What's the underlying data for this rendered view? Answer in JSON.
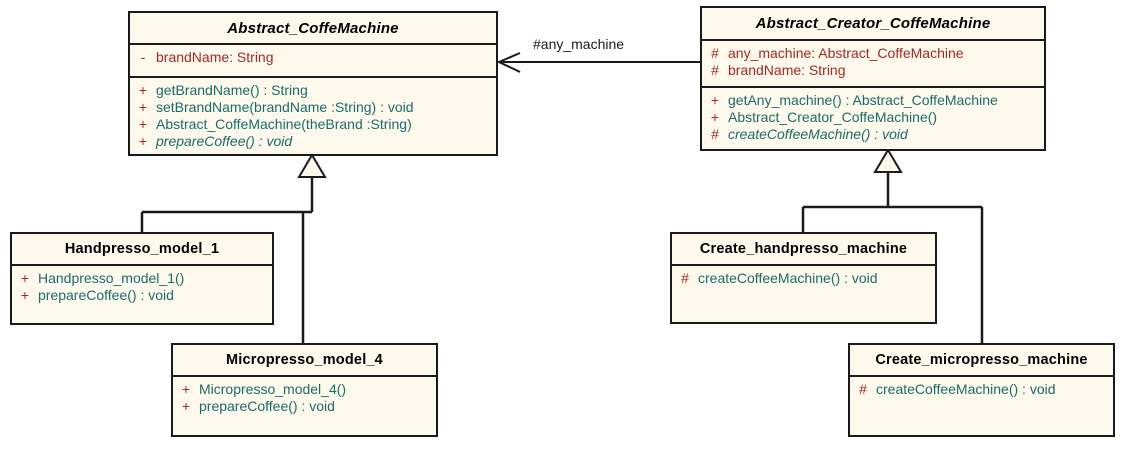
{
  "diagram": {
    "title": "Abstract Factory UML class diagram",
    "colors": {
      "class_fill": "#fdf9ec",
      "border": "#1a1a1a",
      "attribute_text": "#9e2b25",
      "method_text": "#1b6b6b",
      "canvas": "#ffffff"
    }
  },
  "classes": {
    "abstract_coffemachine": {
      "name": "Abstract_CoffeMachine",
      "abstract": true,
      "attributes": [
        {
          "visibility": "-",
          "text": "brandName:  String"
        }
      ],
      "methods": [
        {
          "visibility": "+",
          "text": "getBrandName() : String",
          "abstract": false
        },
        {
          "visibility": "+",
          "text": "setBrandName(brandName :String) : void",
          "abstract": false
        },
        {
          "visibility": "+",
          "text": "Abstract_CoffeMachine(theBrand :String)",
          "abstract": false
        },
        {
          "visibility": "+",
          "text": "prepareCoffee() : void",
          "abstract": true
        }
      ]
    },
    "abstract_creator_coffemachine": {
      "name": "Abstract_Creator_CoffeMachine",
      "abstract": true,
      "attributes": [
        {
          "visibility": "#",
          "text": "any_machine:  Abstract_CoffeMachine"
        },
        {
          "visibility": "#",
          "text": "brandName:  String"
        }
      ],
      "methods": [
        {
          "visibility": "+",
          "text": "getAny_machine() : Abstract_CoffeMachine",
          "abstract": false
        },
        {
          "visibility": "+",
          "text": "Abstract_Creator_CoffeMachine()",
          "abstract": false
        },
        {
          "visibility": "#",
          "text": "createCoffeeMachine() : void",
          "abstract": true
        }
      ]
    },
    "handpresso_model_1": {
      "name": "Handpresso_model_1",
      "abstract": false,
      "attributes": [],
      "methods": [
        {
          "visibility": "+",
          "text": "Handpresso_model_1()",
          "abstract": false
        },
        {
          "visibility": "+",
          "text": "prepareCoffee() : void",
          "abstract": false
        }
      ]
    },
    "micropresso_model_4": {
      "name": "Micropresso_model_4",
      "abstract": false,
      "attributes": [],
      "methods": [
        {
          "visibility": "+",
          "text": "Micropresso_model_4()",
          "abstract": false
        },
        {
          "visibility": "+",
          "text": "prepareCoffee() : void",
          "abstract": false
        }
      ]
    },
    "create_handpresso_machine": {
      "name": "Create_handpresso_machine",
      "abstract": false,
      "attributes": [],
      "methods": [
        {
          "visibility": "#",
          "text": "createCoffeeMachine() : void",
          "abstract": false
        }
      ]
    },
    "create_micropresso_machine": {
      "name": "Create_micropresso_machine",
      "abstract": false,
      "attributes": [],
      "methods": [
        {
          "visibility": "#",
          "text": "createCoffeeMachine() : void",
          "abstract": false
        }
      ]
    }
  },
  "associations": {
    "any_machine": {
      "label": "#any_machine",
      "from": "Abstract_Creator_CoffeMachine",
      "to": "Abstract_CoffeMachine",
      "arrow": "open"
    }
  },
  "generalizations": [
    {
      "from": "Handpresso_model_1",
      "to": "Abstract_CoffeMachine"
    },
    {
      "from": "Micropresso_model_4",
      "to": "Abstract_CoffeMachine"
    },
    {
      "from": "Create_handpresso_machine",
      "to": "Abstract_Creator_CoffeMachine"
    },
    {
      "from": "Create_micropresso_machine",
      "to": "Abstract_Creator_CoffeMachine"
    }
  ]
}
